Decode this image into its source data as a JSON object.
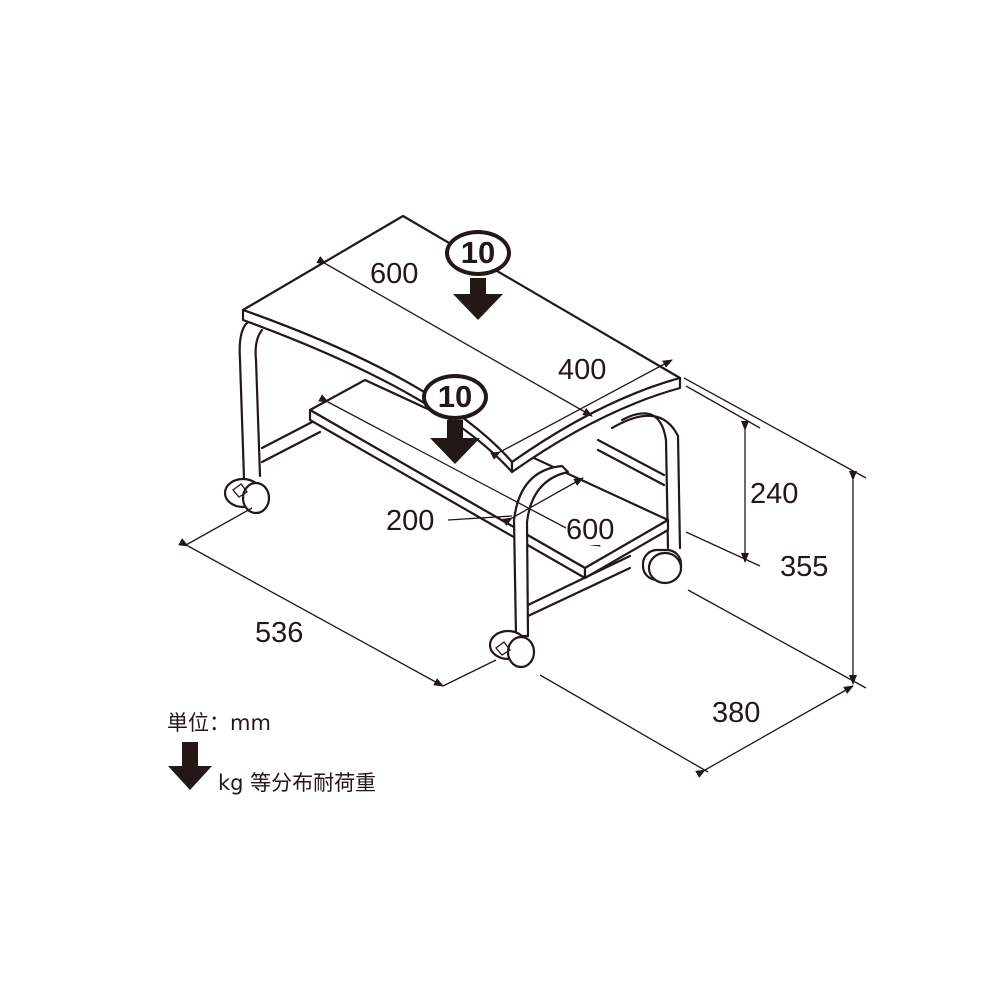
{
  "dimensions": {
    "top_width": "600",
    "top_depth": "400",
    "shelf_width": "600",
    "shelf_depth": "200",
    "shelf_height": "240",
    "total_height": "355",
    "total_depth": "380",
    "total_width": "536"
  },
  "loads": {
    "top_load": "10",
    "shelf_load": "10"
  },
  "legend": {
    "unit": "単位：mm",
    "load_desc": "kg 等分布耐荷重"
  },
  "colors": {
    "line": "#231815"
  }
}
